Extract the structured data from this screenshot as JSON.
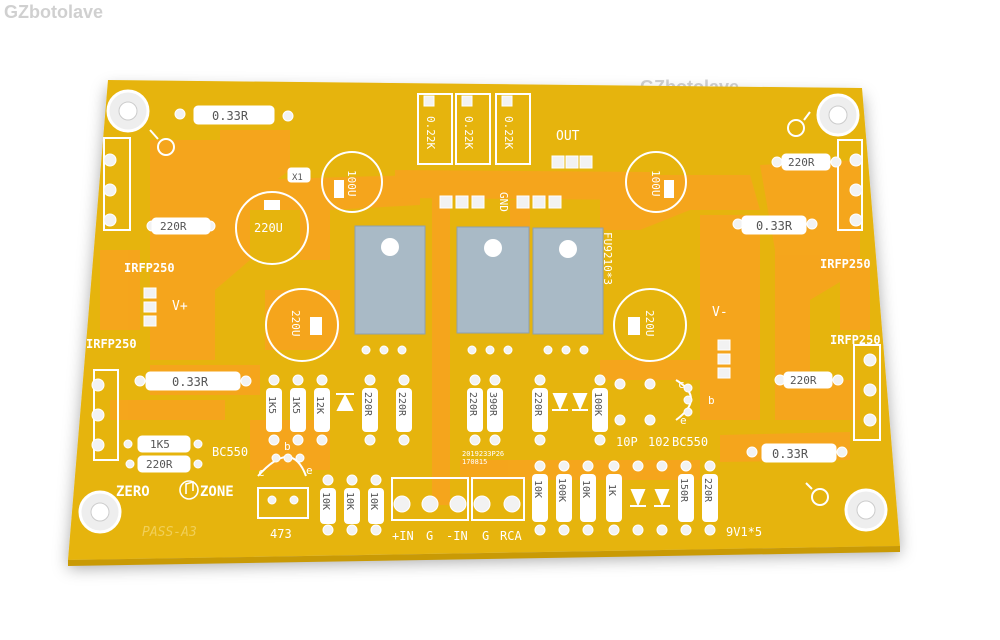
{
  "watermark": {
    "top_left": "GZbotolave",
    "center": "GZbotolave"
  },
  "colors": {
    "board": "#e8b80a",
    "copper": "#f5a81e",
    "silk": "#ffffff",
    "heatsink": "#a9bcc8",
    "drill": "#f2f2f2"
  },
  "board": {
    "name": "PASS-A3",
    "logo_left": "ZERO",
    "logo_right": "ZONE",
    "out_label": "OUT",
    "gnd_label": "GND",
    "fu_label": "FU9210*3",
    "zener_label": "9V1*5",
    "input_labels": {
      "in_pos": "+IN",
      "g1": "G",
      "in_neg": "-IN",
      "g2": "G",
      "rca": "RCA"
    },
    "rail_pos": "V+",
    "rail_neg": "V-",
    "mosfets": {
      "top_left": "IRFP250",
      "mid_left": "IRFP250",
      "top_right": "IRFP250",
      "mid_right": "IRFP250"
    },
    "resistors": {
      "r033_1": "0.33R",
      "r033_2": "0.33R",
      "r033_3": "0.33R",
      "r033_4": "0.33R",
      "r220_left": "220R",
      "r220_right_top": "220R",
      "r220_right_mid": "220R",
      "r1k5_left": "1K5",
      "r220_left_low": "220R",
      "c022_1": "0.22K",
      "c022_2": "0.22K",
      "c022_3": "0.22K",
      "v_1k5_a": "1K5",
      "v_1k5_b": "1K5",
      "v_12k": "12K",
      "v_220r_a": "220R",
      "v_220r_b": "220R",
      "v_220r_c": "220R",
      "v_390r": "390R",
      "v_220r_d": "220R",
      "v_100k_a": "100K",
      "v_10k_a": "10K",
      "v_10k_b": "10K",
      "v_10k_c": "10K",
      "v_10k_d": "10K",
      "v_100k_b": "100K",
      "v_10k_e": "10K",
      "v_1k": "1K",
      "v_150r": "150R",
      "v_220r_e": "220R"
    },
    "caps": {
      "c_100u_left": "100U",
      "c_100u_right": "100U",
      "c_220u_a": "220U",
      "c_220u_b": "220U",
      "c_220u_c": "220U",
      "c_10p": "10P",
      "c_102": "102",
      "c_473": "473"
    },
    "transistors": {
      "bc_left": "BC550",
      "bc_right": "BC550"
    },
    "pin_labels": {
      "b": "b",
      "c": "c",
      "e": "e"
    },
    "date_code": "2019233P26",
    "date_code2": "170815",
    "coil": "X1"
  }
}
